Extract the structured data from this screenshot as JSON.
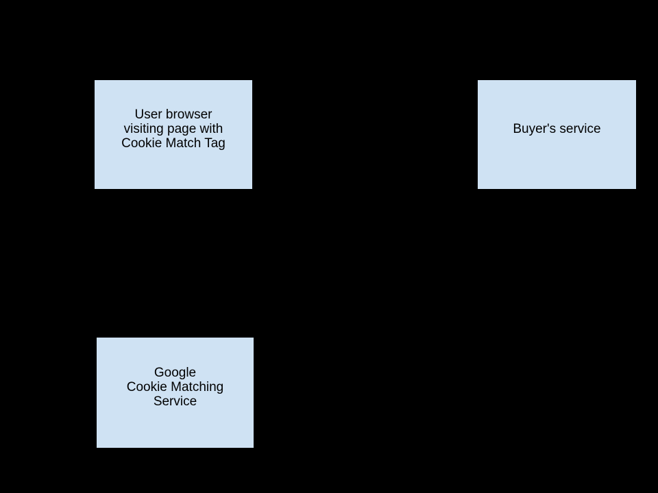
{
  "diagram": {
    "background_color": "#000000",
    "node_fill_color": "#cfe2f3",
    "node_border_color": "#000000",
    "text_color": "#000000",
    "nodes": [
      {
        "id": "user-browser",
        "label": "User browser\nvisiting page with\nCookie Match Tag"
      },
      {
        "id": "buyers-service",
        "label": "Buyer's service"
      },
      {
        "id": "google-cms",
        "label": "Google\nCookie Matching\nService"
      }
    ]
  }
}
